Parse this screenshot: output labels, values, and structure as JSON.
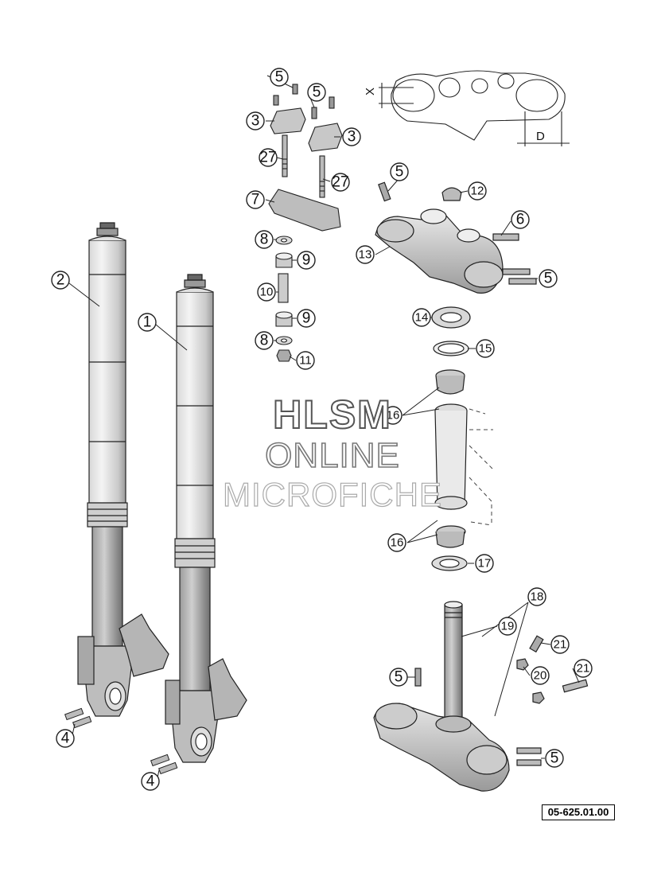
{
  "diagram": {
    "callouts": [
      {
        "id": "c1",
        "label": "1"
      },
      {
        "id": "c2",
        "label": "2"
      },
      {
        "id": "c3a",
        "label": "3"
      },
      {
        "id": "c3b",
        "label": "3"
      },
      {
        "id": "c4a",
        "label": "4"
      },
      {
        "id": "c4b",
        "label": "4"
      },
      {
        "id": "c5a",
        "label": "5"
      },
      {
        "id": "c5b",
        "label": "5"
      },
      {
        "id": "c5c",
        "label": "5"
      },
      {
        "id": "c5d",
        "label": "5"
      },
      {
        "id": "c5e",
        "label": "5"
      },
      {
        "id": "c5f",
        "label": "5"
      },
      {
        "id": "c6",
        "label": "6"
      },
      {
        "id": "c7",
        "label": "7"
      },
      {
        "id": "c8a",
        "label": "8"
      },
      {
        "id": "c8b",
        "label": "8"
      },
      {
        "id": "c9a",
        "label": "9"
      },
      {
        "id": "c9b",
        "label": "9"
      },
      {
        "id": "c10",
        "label": "10"
      },
      {
        "id": "c11",
        "label": "11"
      },
      {
        "id": "c12",
        "label": "12"
      },
      {
        "id": "c13",
        "label": "13"
      },
      {
        "id": "c14",
        "label": "14"
      },
      {
        "id": "c15",
        "label": "15"
      },
      {
        "id": "c16a",
        "label": "16"
      },
      {
        "id": "c16b",
        "label": "16"
      },
      {
        "id": "c17",
        "label": "17"
      },
      {
        "id": "c18",
        "label": "18"
      },
      {
        "id": "c19",
        "label": "19"
      },
      {
        "id": "c20",
        "label": "20"
      },
      {
        "id": "c21a",
        "label": "21"
      },
      {
        "id": "c21b",
        "label": "21"
      },
      {
        "id": "c27a",
        "label": "27"
      },
      {
        "id": "c27b",
        "label": "27"
      }
    ],
    "dimension_labels": {
      "x": "X",
      "d": "D"
    },
    "drawing_code": "05-625.01.00"
  },
  "watermark": {
    "line1": "HLSM",
    "line2": "ONLINE",
    "line3": "MICROFICHE"
  }
}
